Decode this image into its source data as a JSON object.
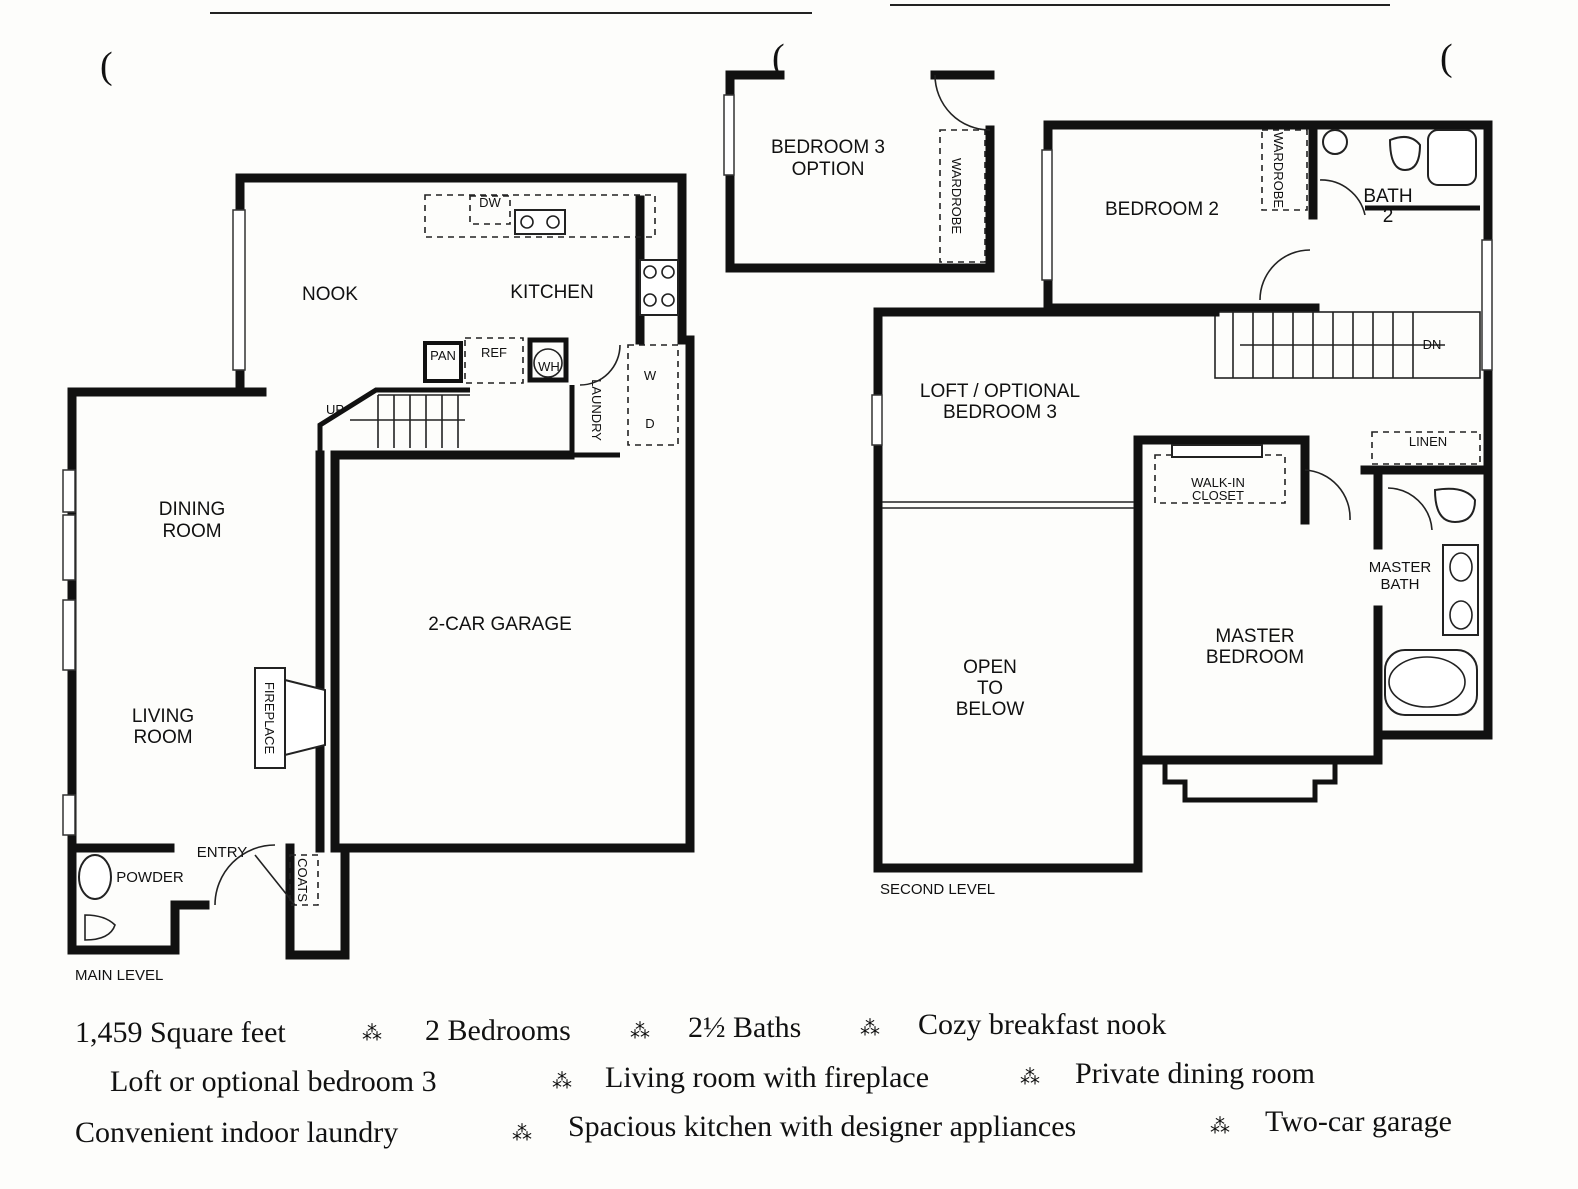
{
  "main_level": {
    "label": "MAIN LEVEL",
    "rooms": {
      "nook": "NOOK",
      "kitchen": "KITCHEN",
      "dw": "DW",
      "pan": "PAN",
      "ref": "REF",
      "wh": "WH",
      "w": "W",
      "d": "D",
      "laundry": "LAUNDRY",
      "up": "UP",
      "dining_1": "DINING",
      "dining_2": "ROOM",
      "garage": "2-CAR GARAGE",
      "living_1": "LIVING",
      "living_2": "ROOM",
      "fireplace": "FIREPLACE",
      "entry": "ENTRY",
      "powder": "POWDER",
      "coats": "COATS"
    }
  },
  "second_level": {
    "label": "SECOND LEVEL",
    "rooms": {
      "bed3opt_1": "BEDROOM 3",
      "bed3opt_2": "OPTION",
      "wardrobe_a": "WARDROBE",
      "bedroom2": "BEDROOM 2",
      "wardrobe_b": "WARDROBE",
      "bath2_1": "BATH",
      "bath2_2": "2",
      "dn": "DN",
      "loft_1": "LOFT / OPTIONAL",
      "loft_2": "BEDROOM 3",
      "linen": "LINEN",
      "walkin_1": "WALK-IN",
      "walkin_2": "CLOSET",
      "master_bath_1": "MASTER",
      "master_bath_2": "BATH",
      "master_bed_1": "MASTER",
      "master_bed_2": "BEDROOM",
      "open_1": "OPEN",
      "open_2": "TO",
      "open_3": "BELOW"
    }
  },
  "features": {
    "line1": [
      "1,459 Square feet",
      "2 Bedrooms",
      "2½ Baths",
      "Cozy breakfast nook"
    ],
    "line2": [
      "Loft or optional bedroom 3",
      "Living room with fireplace",
      "Private dining room"
    ],
    "line3": [
      "Convenient indoor laundry",
      "Spacious kitchen with designer appliances",
      "Two-car garage"
    ],
    "separator": "⁂"
  },
  "binder_marks": [
    "(",
    "(",
    "("
  ]
}
